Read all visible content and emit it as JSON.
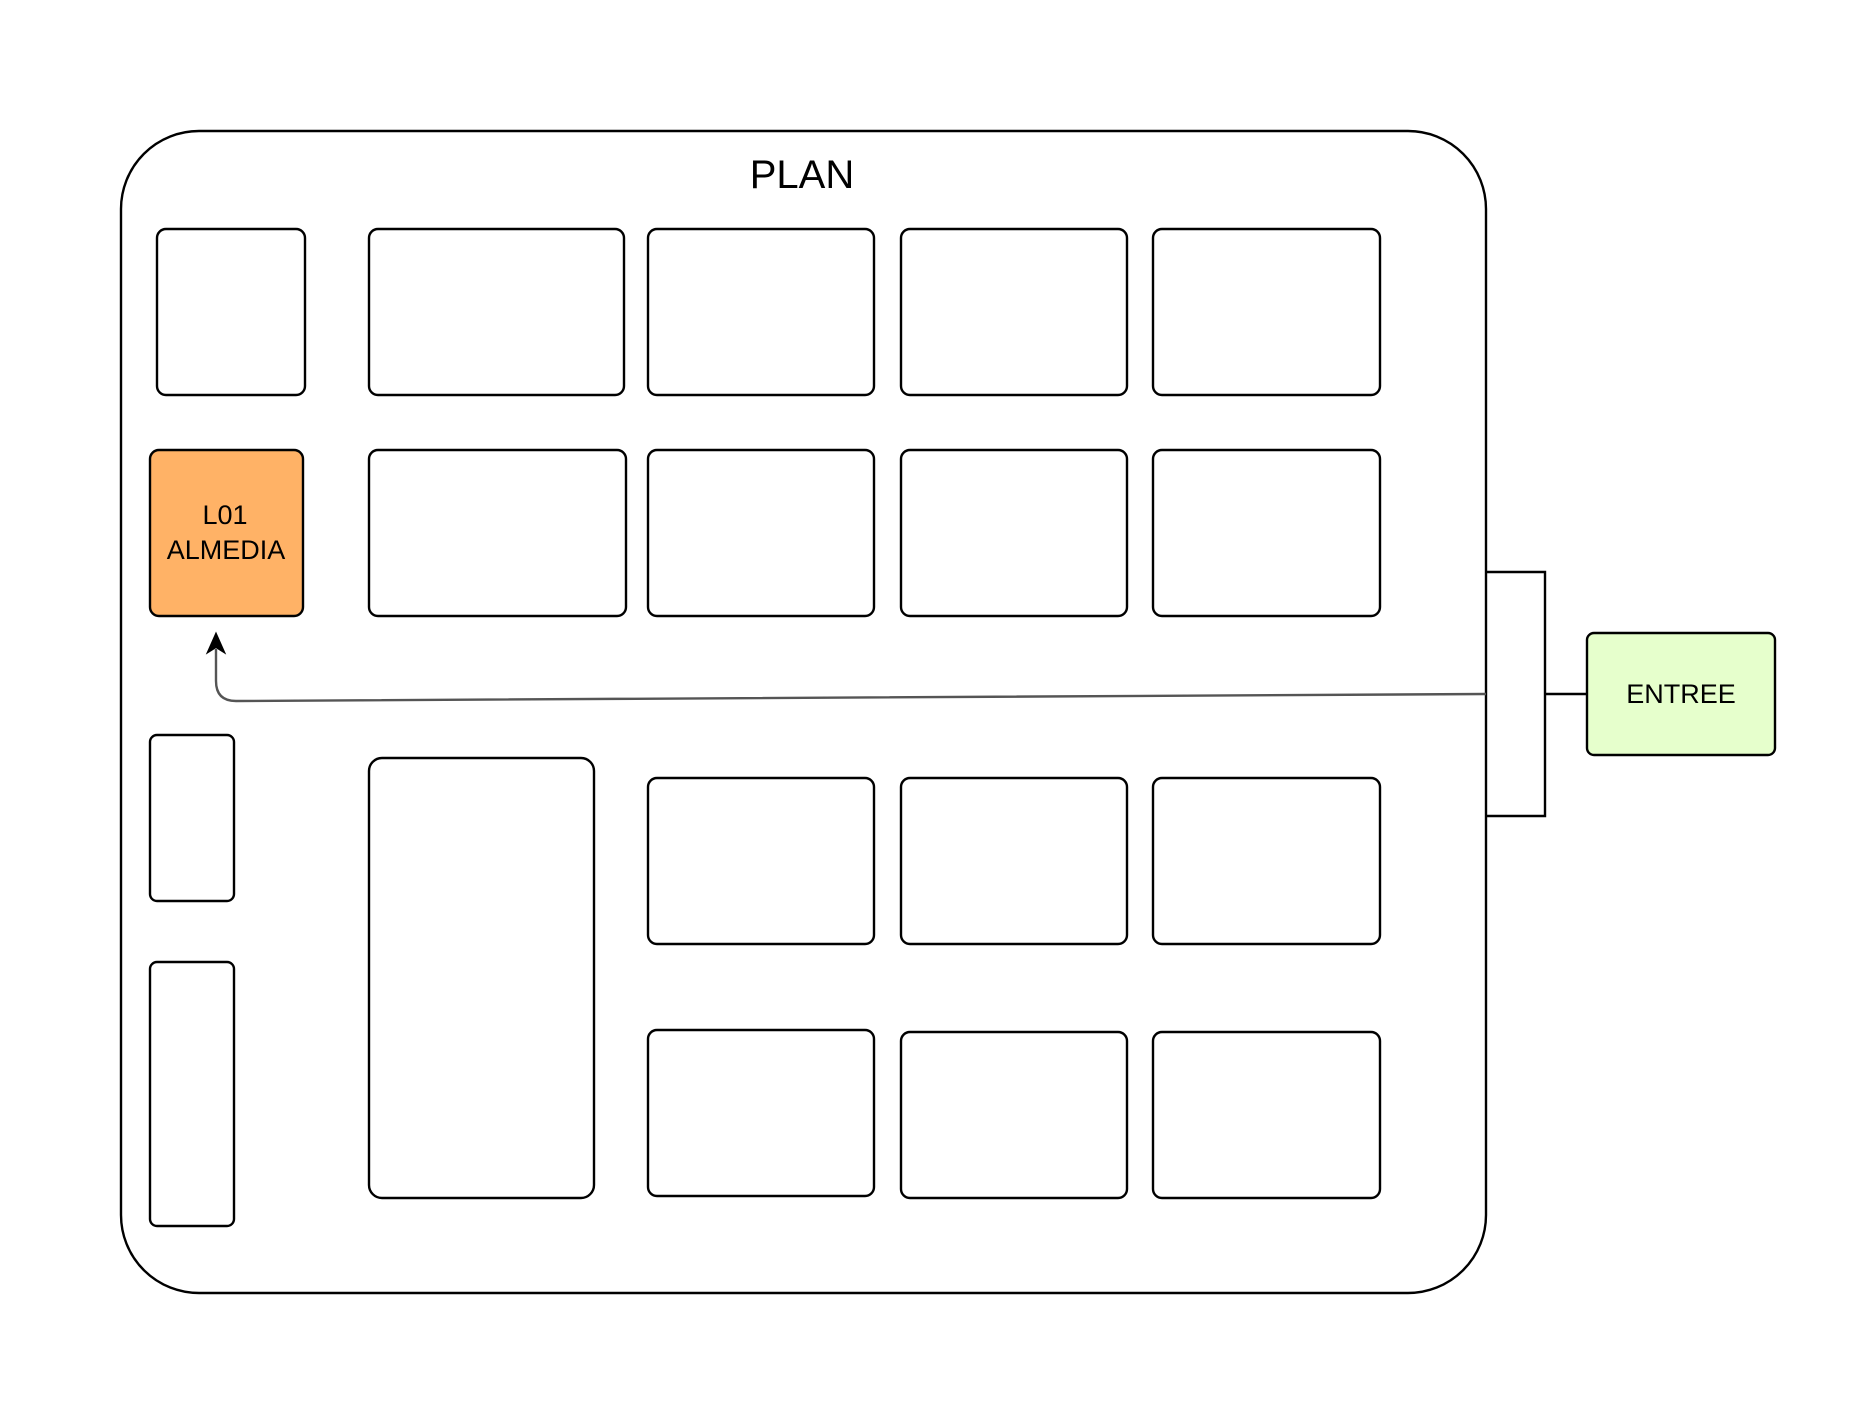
{
  "plan": {
    "title": "PLAN"
  },
  "store": {
    "code": "L01",
    "name": "ALMEDIA",
    "highlight_color": "#ffb266"
  },
  "entrance": {
    "label": "ENTREE",
    "color": "#e6ffcc"
  },
  "arrow_icon": "arrow-up-icon"
}
